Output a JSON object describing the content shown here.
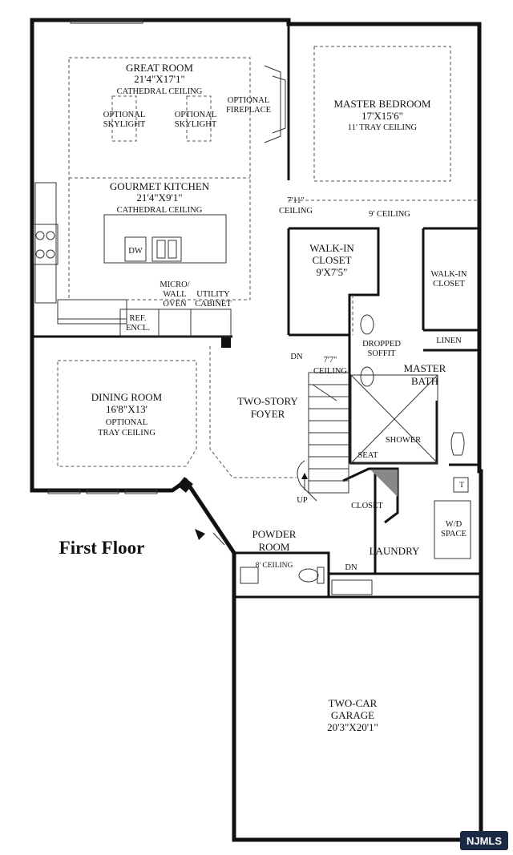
{
  "plan": {
    "title": "First Floor",
    "watermark": "NJMLS",
    "rooms": {
      "great_room": {
        "name": "GREAT ROOM",
        "size": "21'4\"X17'1\"",
        "note": "CATHEDRAL CEILING"
      },
      "master_bedroom": {
        "name": "MASTER BEDROOM",
        "size": "17'X15'6\"",
        "note": "11' TRAY CEILING"
      },
      "kitchen": {
        "name": "GOURMET KITCHEN",
        "size": "21'4\"X9'1\"",
        "note": "CATHEDRAL CEILING"
      },
      "walkin_closet": {
        "name1": "WALK-IN",
        "name2": "CLOSET",
        "size": "9'X7'5\""
      },
      "walkin_closet_small": {
        "name1": "WALK-IN",
        "name2": "CLOSET"
      },
      "dining_room": {
        "name": "DINING ROOM",
        "size": "16'8\"X13'",
        "note1": "OPTIONAL",
        "note2": "TRAY CEILING"
      },
      "foyer": {
        "name1": "TWO-STORY",
        "name2": "FOYER"
      },
      "master_bath": {
        "name1": "MASTER",
        "name2": "BATH"
      },
      "powder_room": {
        "name1": "POWDER",
        "name2": "ROOM",
        "ceiling": "8' CEILING"
      },
      "laundry": {
        "name": "LAUNDRY"
      },
      "garage": {
        "name1": "TWO-CAR",
        "name2": "GARAGE",
        "size": "20'3\"X20'1\""
      }
    },
    "labels": {
      "optional_skylight_1a": "OPTIONAL",
      "optional_skylight_1b": "SKYLIGHT",
      "optional_skylight_2a": "OPTIONAL",
      "optional_skylight_2b": "SKYLIGHT",
      "optional_fireplace_a": "OPTIONAL",
      "optional_fireplace_b": "FIREPLACE",
      "dw": "DW",
      "micro_a": "MICRO/",
      "micro_b": "WALL",
      "micro_c": "OVEN",
      "utility_a": "UTILITY",
      "utility_b": "CABINET",
      "ref_a": "REF.",
      "ref_b": "ENCL.",
      "ceiling_711_a": "7'11\"",
      "ceiling_711_b": "CEILING",
      "ceiling_9": "9' CEILING",
      "linen": "LINEN",
      "dropped_a": "DROPPED",
      "dropped_b": "SOFFIT",
      "dn_top": "DN",
      "ceiling_77_a": "7'7\"",
      "ceiling_77_b": "CEILING",
      "shower": "SHOWER",
      "seat": "SEAT",
      "up": "UP",
      "closet": "CLOSET",
      "wd_a": "W/D",
      "wd_b": "SPACE",
      "t": "T",
      "dn_bottom": "DN"
    }
  }
}
